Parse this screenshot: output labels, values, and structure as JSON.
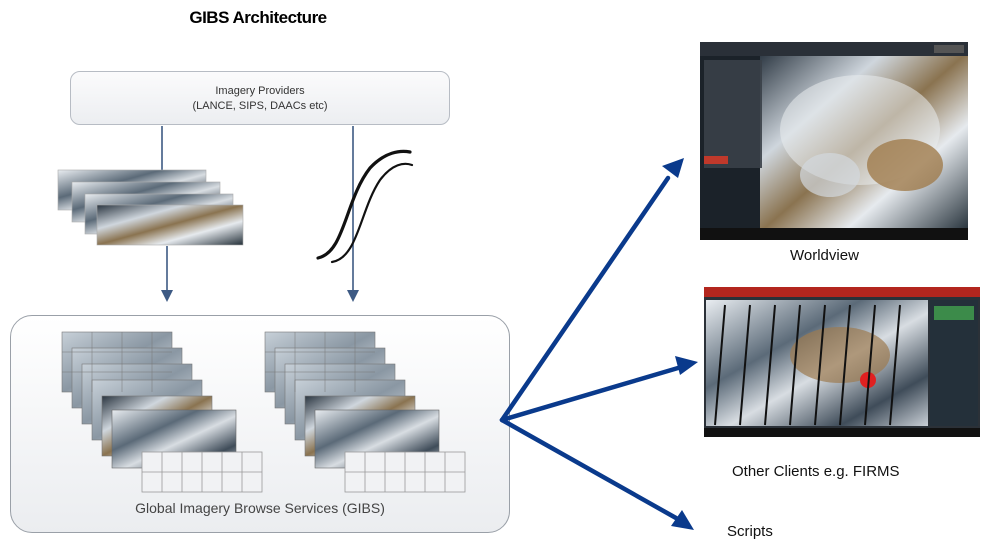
{
  "title": "GIBS Architecture",
  "providers": {
    "line1": "Imagery Providers",
    "line2": "(LANCE, SIPS, DAACs etc)"
  },
  "gibs": {
    "label": "Global Imagery Browse Services (GIBS)"
  },
  "clients": {
    "worldview": "Worldview",
    "firms": "Other Clients e.g. FIRMS",
    "scripts": "Scripts"
  },
  "colors": {
    "arrow_blue": "#0a3a8c",
    "small_arrow": "#3d5a84",
    "firms_header": "#b3261e"
  }
}
